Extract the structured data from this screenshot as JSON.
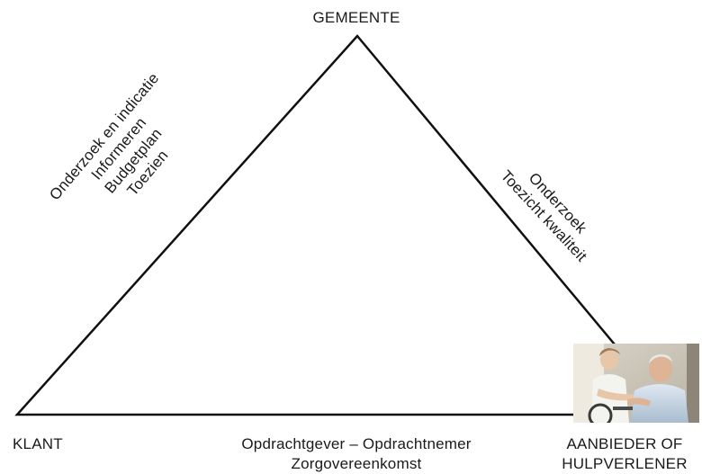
{
  "nodes": {
    "top": "GEMEENTE",
    "left": "KLANT",
    "right": [
      "AANBIEDER OF",
      "HULPVERLENER"
    ]
  },
  "edges": {
    "left": [
      "Onderzoek en indicatie",
      "Informeren",
      "Budgetplan",
      "Toezien"
    ],
    "right": [
      "Onderzoek",
      "Toezicht kwaliteit"
    ],
    "bottom": [
      "Opdrachtgever – Opdrachtnemer",
      "Zorgovereenkomst"
    ]
  },
  "colors": {
    "line": "#111111",
    "text": "#1a1a1a"
  },
  "photo": {
    "icon": "care-photo",
    "description_hidden": true
  }
}
